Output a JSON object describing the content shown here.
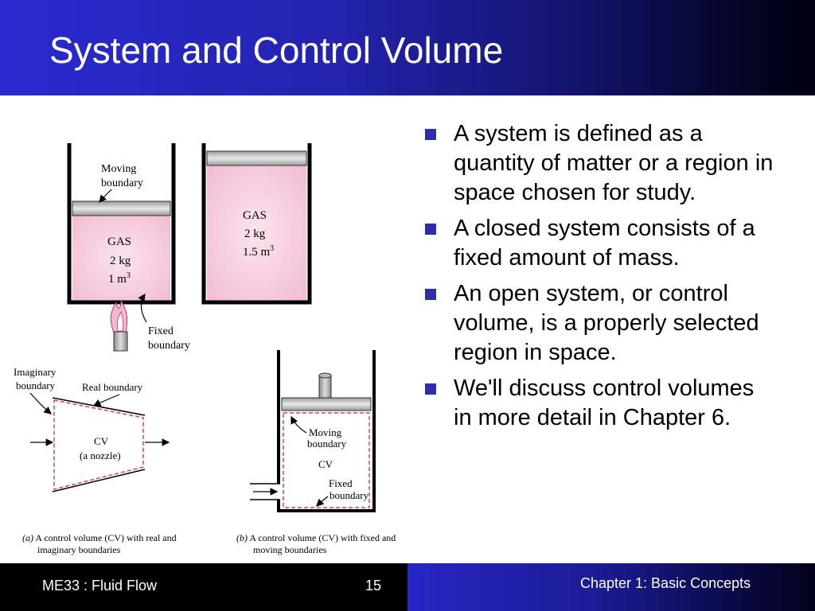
{
  "slide": {
    "title": "System and Control Volume"
  },
  "bullets": [
    "A system is defined as a quantity of matter or a region in space chosen for study.",
    "A closed system consists of a fixed amount of mass.",
    "An open system, or control volume, is a properly selected region in space.",
    "We'll discuss control volumes in more detail in Chapter 6."
  ],
  "figure": {
    "cylinder1": {
      "moving_boundary_1": "Moving",
      "moving_boundary_2": "boundary",
      "gas": "GAS",
      "mass": "2 kg",
      "volume": "1 m",
      "volume_exp": "3",
      "fixed_boundary_1": "Fixed",
      "fixed_boundary_2": "boundary"
    },
    "cylinder2": {
      "gas": "GAS",
      "mass": "2 kg",
      "volume": "1.5 m",
      "volume_exp": "3"
    },
    "nozzle": {
      "imaginary_1": "Imaginary",
      "imaginary_2": "boundary",
      "real": "Real boundary",
      "cv": "CV",
      "cv_sub": "(a nozzle)"
    },
    "piston_cv": {
      "moving_1": "Moving",
      "moving_2": "boundary",
      "cv": "CV",
      "fixed_1": "Fixed",
      "fixed_2": "boundary"
    },
    "caption_a_tag": "(a)",
    "caption_a_1": " A control volume (CV) with real and",
    "caption_a_2": "imaginary boundaries",
    "caption_b_tag": "(b)",
    "caption_b_1": " A control volume (CV) with fixed and",
    "caption_b_2": "moving boundaries"
  },
  "footer": {
    "course": "ME33 :  Fluid Flow",
    "page": "15",
    "chapter": "Chapter 1:  Basic Concepts"
  },
  "colors": {
    "header_blue": "#2a2ad0",
    "bullet_square": "#2e2ea8",
    "gas_pink": "#f5cde0",
    "boundary_dash": "#d4406e"
  }
}
